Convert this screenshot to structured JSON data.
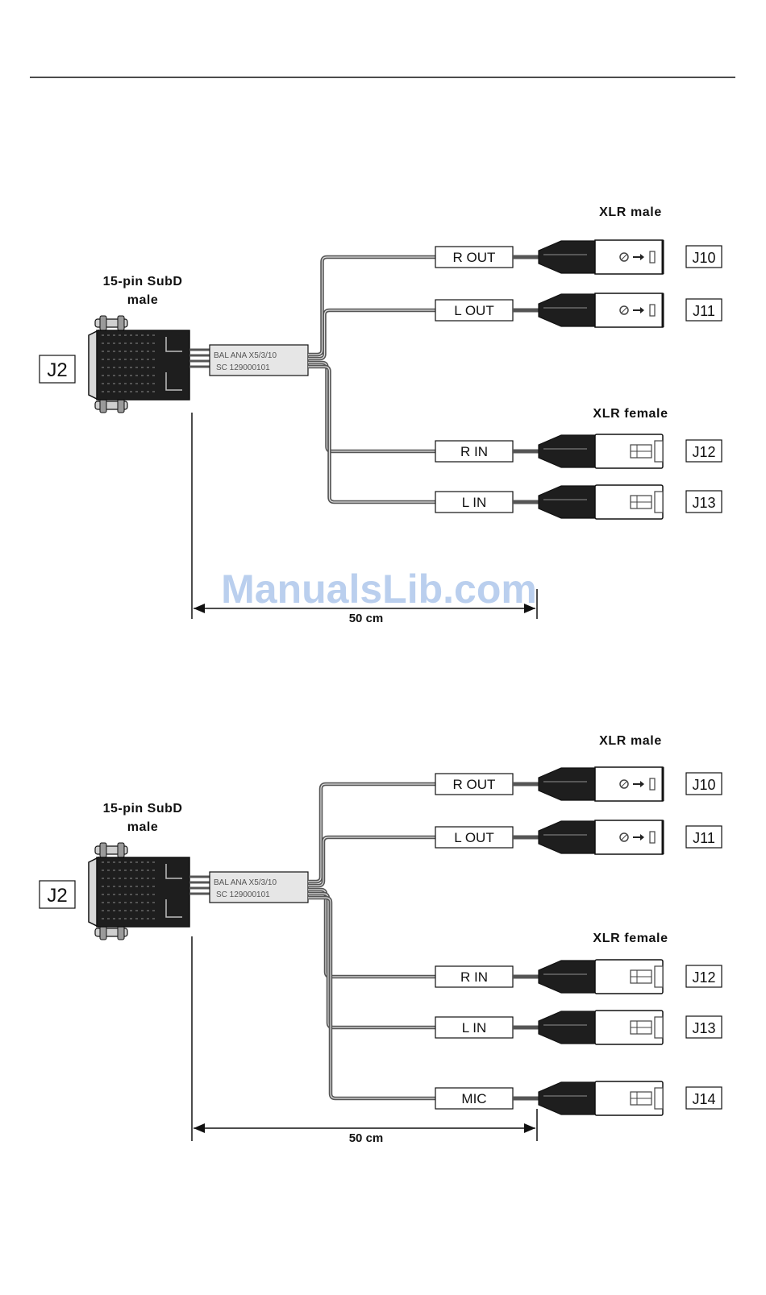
{
  "watermark": "ManualsLib.com",
  "colors": {
    "ink": "#111111",
    "cable": "#555555",
    "connector_body": "#1e1e1e",
    "watermark": "#aac4ea"
  },
  "diagrams": [
    {
      "subd_label": [
        "15-pin SubD",
        "male"
      ],
      "jack_label": "J2",
      "sleeve_text": [
        "BAL ANA X5/3/10",
        "SC 129000101"
      ],
      "length_label": "50 cm",
      "groups": [
        {
          "title": "XLR male",
          "gender": "male"
        },
        {
          "title": "XLR female",
          "gender": "female"
        }
      ],
      "channels": [
        {
          "label": "R OUT",
          "jack": "J10",
          "gender": "male"
        },
        {
          "label": "L OUT",
          "jack": "J11",
          "gender": "male"
        },
        {
          "label": "R IN",
          "jack": "J12",
          "gender": "female"
        },
        {
          "label": "L IN",
          "jack": "J13",
          "gender": "female"
        }
      ]
    },
    {
      "subd_label": [
        "15-pin SubD",
        "male"
      ],
      "jack_label": "J2",
      "sleeve_text": [
        "BAL ANA X5/3/10",
        "SC 129000101"
      ],
      "length_label": "50 cm",
      "groups": [
        {
          "title": "XLR male",
          "gender": "male"
        },
        {
          "title": "XLR female",
          "gender": "female"
        }
      ],
      "channels": [
        {
          "label": "R OUT",
          "jack": "J10",
          "gender": "male"
        },
        {
          "label": "L OUT",
          "jack": "J11",
          "gender": "male"
        },
        {
          "label": "R IN",
          "jack": "J12",
          "gender": "female"
        },
        {
          "label": "L IN",
          "jack": "J13",
          "gender": "female"
        },
        {
          "label": "MIC",
          "jack": "J14",
          "gender": "female"
        }
      ]
    }
  ]
}
